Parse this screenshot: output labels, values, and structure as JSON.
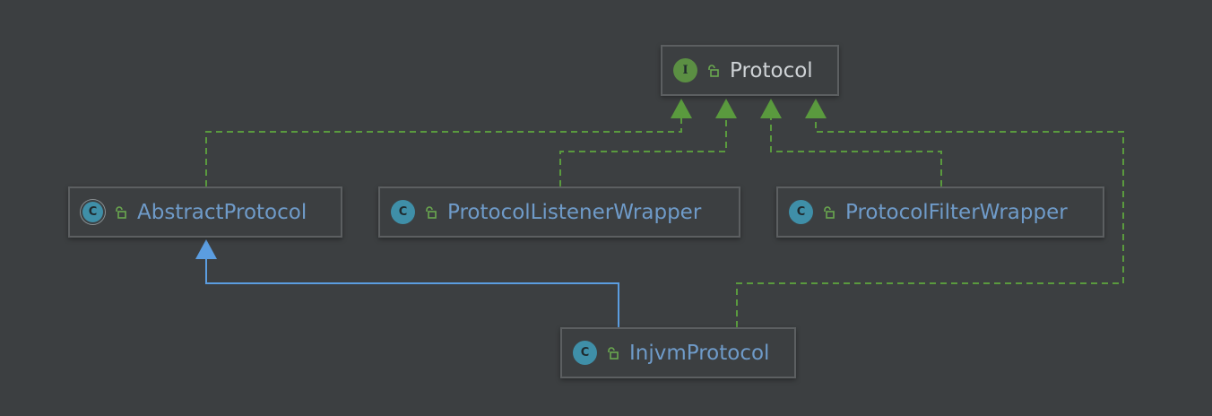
{
  "colors": {
    "background": "#3c3f41",
    "node_border": "#5c5f61",
    "implements_edge": "#5a9a3e",
    "extends_edge": "#5b9de0",
    "class_badge": "#3f8fa8",
    "interface_badge": "#5b8f43",
    "class_label": "#6f9bc9",
    "interface_label": "#cfd3d6",
    "access_icon": "#6aa84f"
  },
  "nodes": [
    {
      "id": "protocol",
      "label": "Protocol",
      "kind": "interface",
      "badge": "I",
      "icon": "interface-icon"
    },
    {
      "id": "abstract",
      "label": "AbstractProtocol",
      "kind": "abstract-class",
      "badge": "C",
      "icon": "abstract-class-icon"
    },
    {
      "id": "listener",
      "label": "ProtocolListenerWrapper",
      "kind": "class",
      "badge": "C",
      "icon": "class-icon"
    },
    {
      "id": "filter",
      "label": "ProtocolFilterWrapper",
      "kind": "class",
      "badge": "C",
      "icon": "class-icon"
    },
    {
      "id": "injvm",
      "label": "InjvmProtocol",
      "kind": "class",
      "badge": "C",
      "icon": "class-icon"
    }
  ],
  "edges": [
    {
      "from": "abstract",
      "to": "protocol",
      "type": "implements",
      "style": "dashed"
    },
    {
      "from": "listener",
      "to": "protocol",
      "type": "implements",
      "style": "dashed"
    },
    {
      "from": "filter",
      "to": "protocol",
      "type": "implements",
      "style": "dashed"
    },
    {
      "from": "injvm",
      "to": "protocol",
      "type": "implements",
      "style": "dashed"
    },
    {
      "from": "injvm",
      "to": "abstract",
      "type": "extends",
      "style": "solid"
    }
  ]
}
